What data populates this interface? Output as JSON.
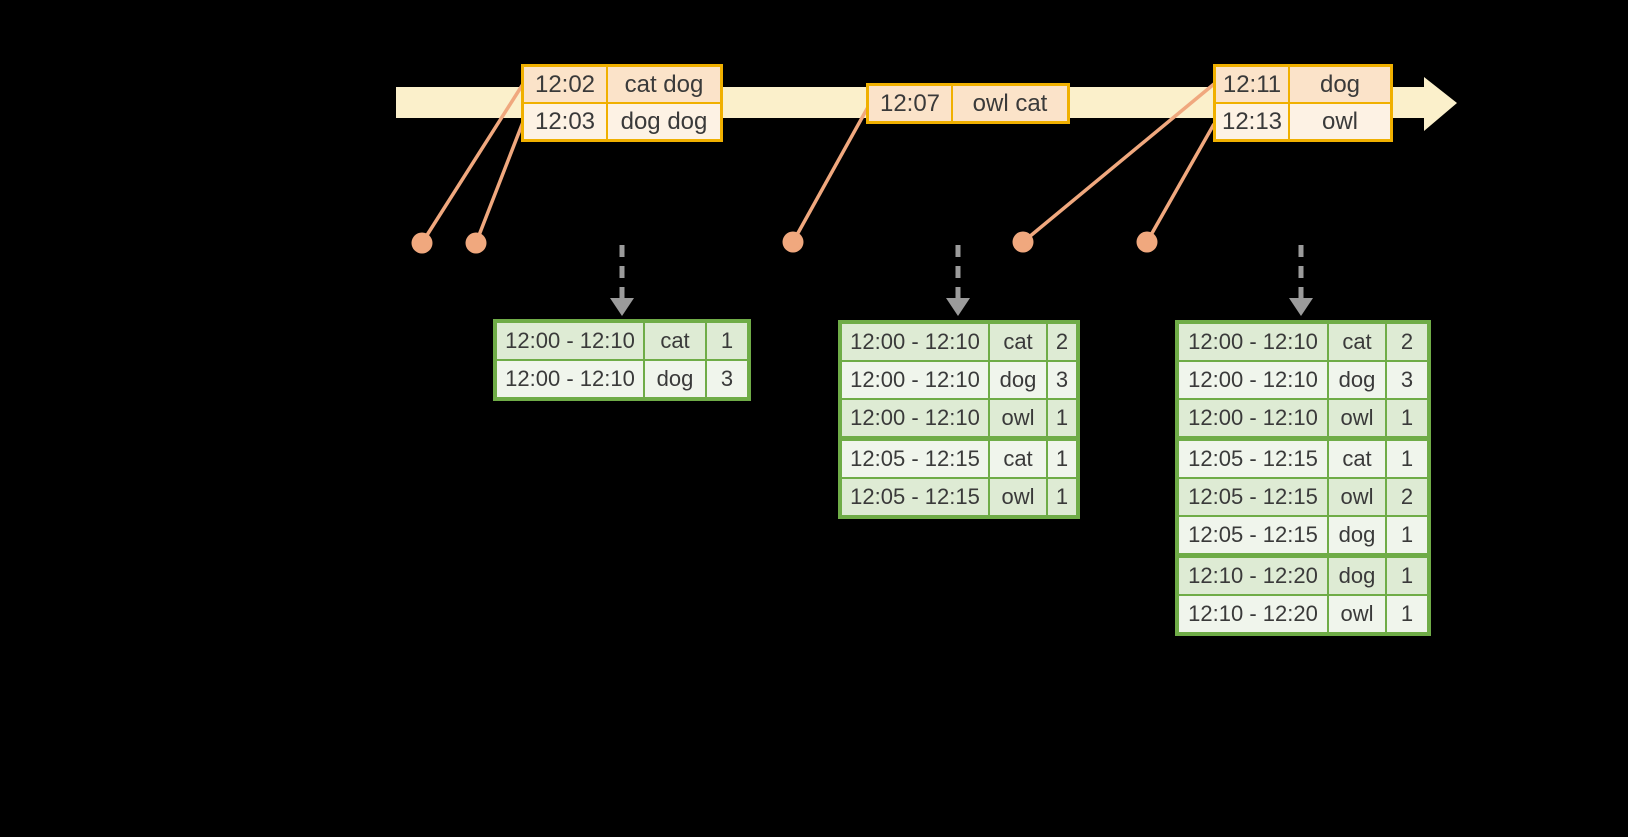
{
  "background": "#000000",
  "colors": {
    "background": "#000000",
    "timeline_fill": "#FBF0CB",
    "orange_border": "#F0B000",
    "orange_row_dark": "#FBE3C9",
    "orange_row_light": "#FDF2E4",
    "salmon": "#F0A87E",
    "green_border": "#6FAC47",
    "green_row_dark": "#DEEBD4",
    "green_row_light": "#F0F5EC",
    "arrow_gray": "#9B9B9B",
    "text": "#3A3A3A"
  },
  "event_tables": [
    {
      "rows": [
        {
          "time": "12:02",
          "words": "cat dog"
        },
        {
          "time": "12:03",
          "words": "dog dog"
        }
      ]
    },
    {
      "rows": [
        {
          "time": "12:07",
          "words": "owl cat"
        }
      ]
    },
    {
      "rows": [
        {
          "time": "12:11",
          "words": "dog"
        },
        {
          "time": "12:13",
          "words": "owl"
        }
      ]
    }
  ],
  "result_tables": [
    {
      "group_breaks": [],
      "rows": [
        [
          "12:00 - 12:10",
          "cat",
          "1"
        ],
        [
          "12:00 - 12:10",
          "dog",
          "3"
        ]
      ]
    },
    {
      "group_breaks": [
        3
      ],
      "rows": [
        [
          "12:00 - 12:10",
          "cat",
          "2"
        ],
        [
          "12:00 - 12:10",
          "dog",
          "3"
        ],
        [
          "12:00 - 12:10",
          "owl",
          "1"
        ],
        [
          "12:05 - 12:15",
          "cat",
          "1"
        ],
        [
          "12:05 - 12:15",
          "owl",
          "1"
        ]
      ]
    },
    {
      "group_breaks": [
        3,
        6
      ],
      "rows": [
        [
          "12:00 - 12:10",
          "cat",
          "2"
        ],
        [
          "12:00 - 12:10",
          "dog",
          "3"
        ],
        [
          "12:00 - 12:10",
          "owl",
          "1"
        ],
        [
          "12:05 - 12:15",
          "cat",
          "1"
        ],
        [
          "12:05 - 12:15",
          "owl",
          "2"
        ],
        [
          "12:05 - 12:15",
          "dog",
          "1"
        ],
        [
          "12:10 - 12:20",
          "dog",
          "1"
        ],
        [
          "12:10 - 12:20",
          "owl",
          "1"
        ]
      ]
    }
  ]
}
